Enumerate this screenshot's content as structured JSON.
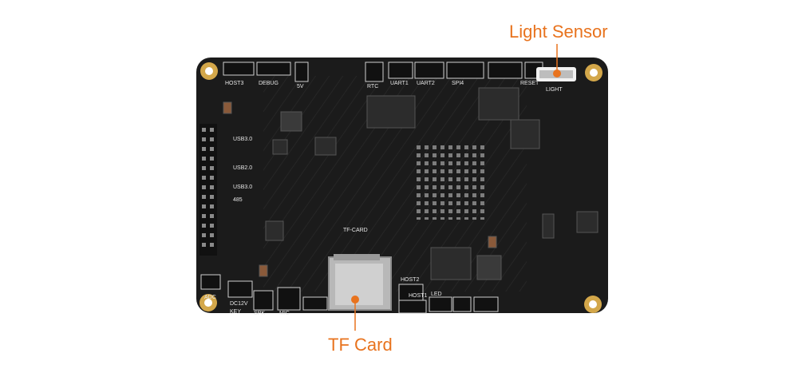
{
  "annotations": {
    "light_sensor": "Light Sensor",
    "tf_card": "TF Card"
  },
  "silkscreen": {
    "top_row": [
      "HOST3",
      "DEBUG",
      "5V",
      "RTC",
      "UART1",
      "UART2",
      "SPI4",
      "RESET"
    ],
    "left_col": [
      "USB3.0",
      "USB2.0",
      "USB3.0",
      "485"
    ],
    "center": "TF-CARD",
    "bottom_row": [
      "ADC",
      "DC12V",
      "KEY",
      "SPK",
      "MIC",
      "HOST2",
      "HOST1",
      "LED"
    ],
    "sensor_tag": "LIGHT"
  },
  "colors": {
    "accent": "#e8731e",
    "board": "#1b1b1b",
    "pad_gold": "#d3a74a",
    "silkscreen": "#e6e6e6"
  }
}
